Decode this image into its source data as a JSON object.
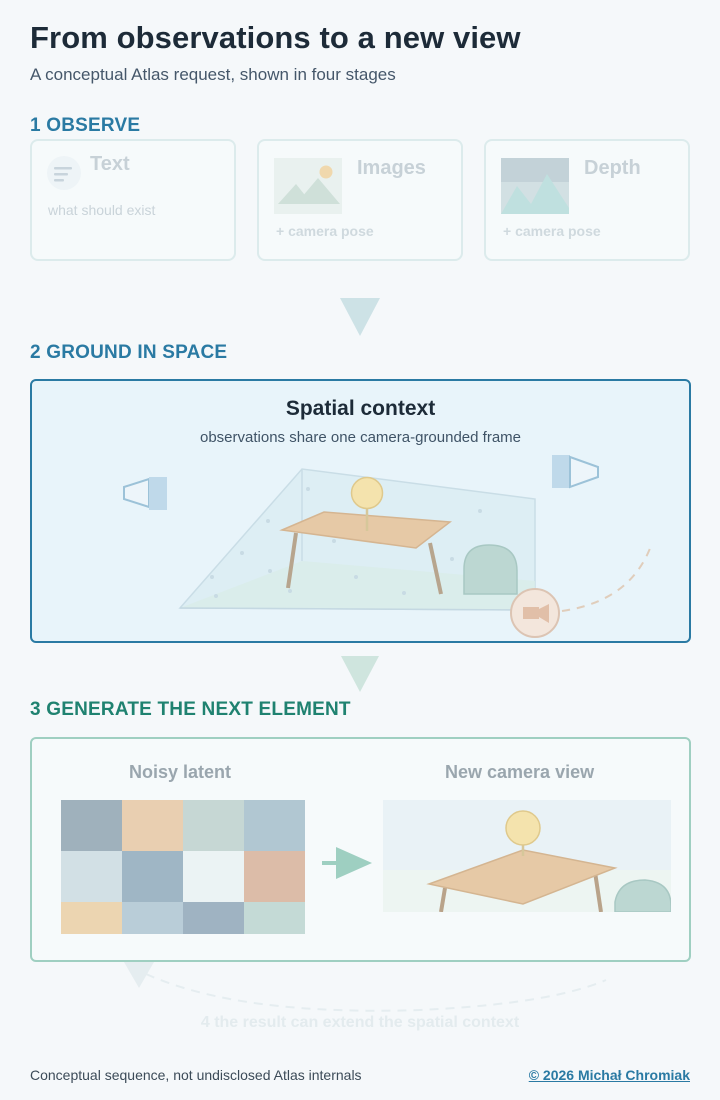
{
  "header": {
    "title": "From observations to a new view",
    "subtitle": "A conceptual Atlas request, shown in four stages"
  },
  "stage1": {
    "label": "1 OBSERVE",
    "cards": [
      {
        "title": "Text",
        "note": "what should exist",
        "icon": "text-lines-icon"
      },
      {
        "title": "Images",
        "note": "+ camera pose",
        "icon": "image-icon"
      },
      {
        "title": "Depth",
        "note": "+ camera pose",
        "icon": "depth-image-icon"
      }
    ]
  },
  "stage2": {
    "label": "2 GROUND IN SPACE",
    "title": "Spatial context",
    "subtitle": "observations share one camera-grounded frame"
  },
  "stage3": {
    "label": "3 GENERATE THE NEXT ELEMENT",
    "left_header": "Noisy latent",
    "right_header": "New camera view",
    "latent_colors": [
      [
        "#9fb1bc",
        "#e9cfb1",
        "#c6d7d4",
        "#b1c7d2"
      ],
      [
        "#d2e0e5",
        "#9fb6c5",
        "#ebf3f4",
        "#dcbca8"
      ],
      [
        "#ecd5b1",
        "#b9cdd8",
        "#9fb3c2",
        "#c4dad6"
      ]
    ]
  },
  "stage4": {
    "text": "4 the result can extend the spatial context"
  },
  "footer": {
    "note": "Conceptual sequence, not undisclosed Atlas internals",
    "credit": "© 2026 Michał Chromiak"
  },
  "colors": {
    "stage_blue": "#2a7aa3",
    "stage_teal": "#1f8270",
    "table": "#e6c9a6",
    "sphere": "#f4e3ad",
    "dome": "#bcd7d2"
  }
}
